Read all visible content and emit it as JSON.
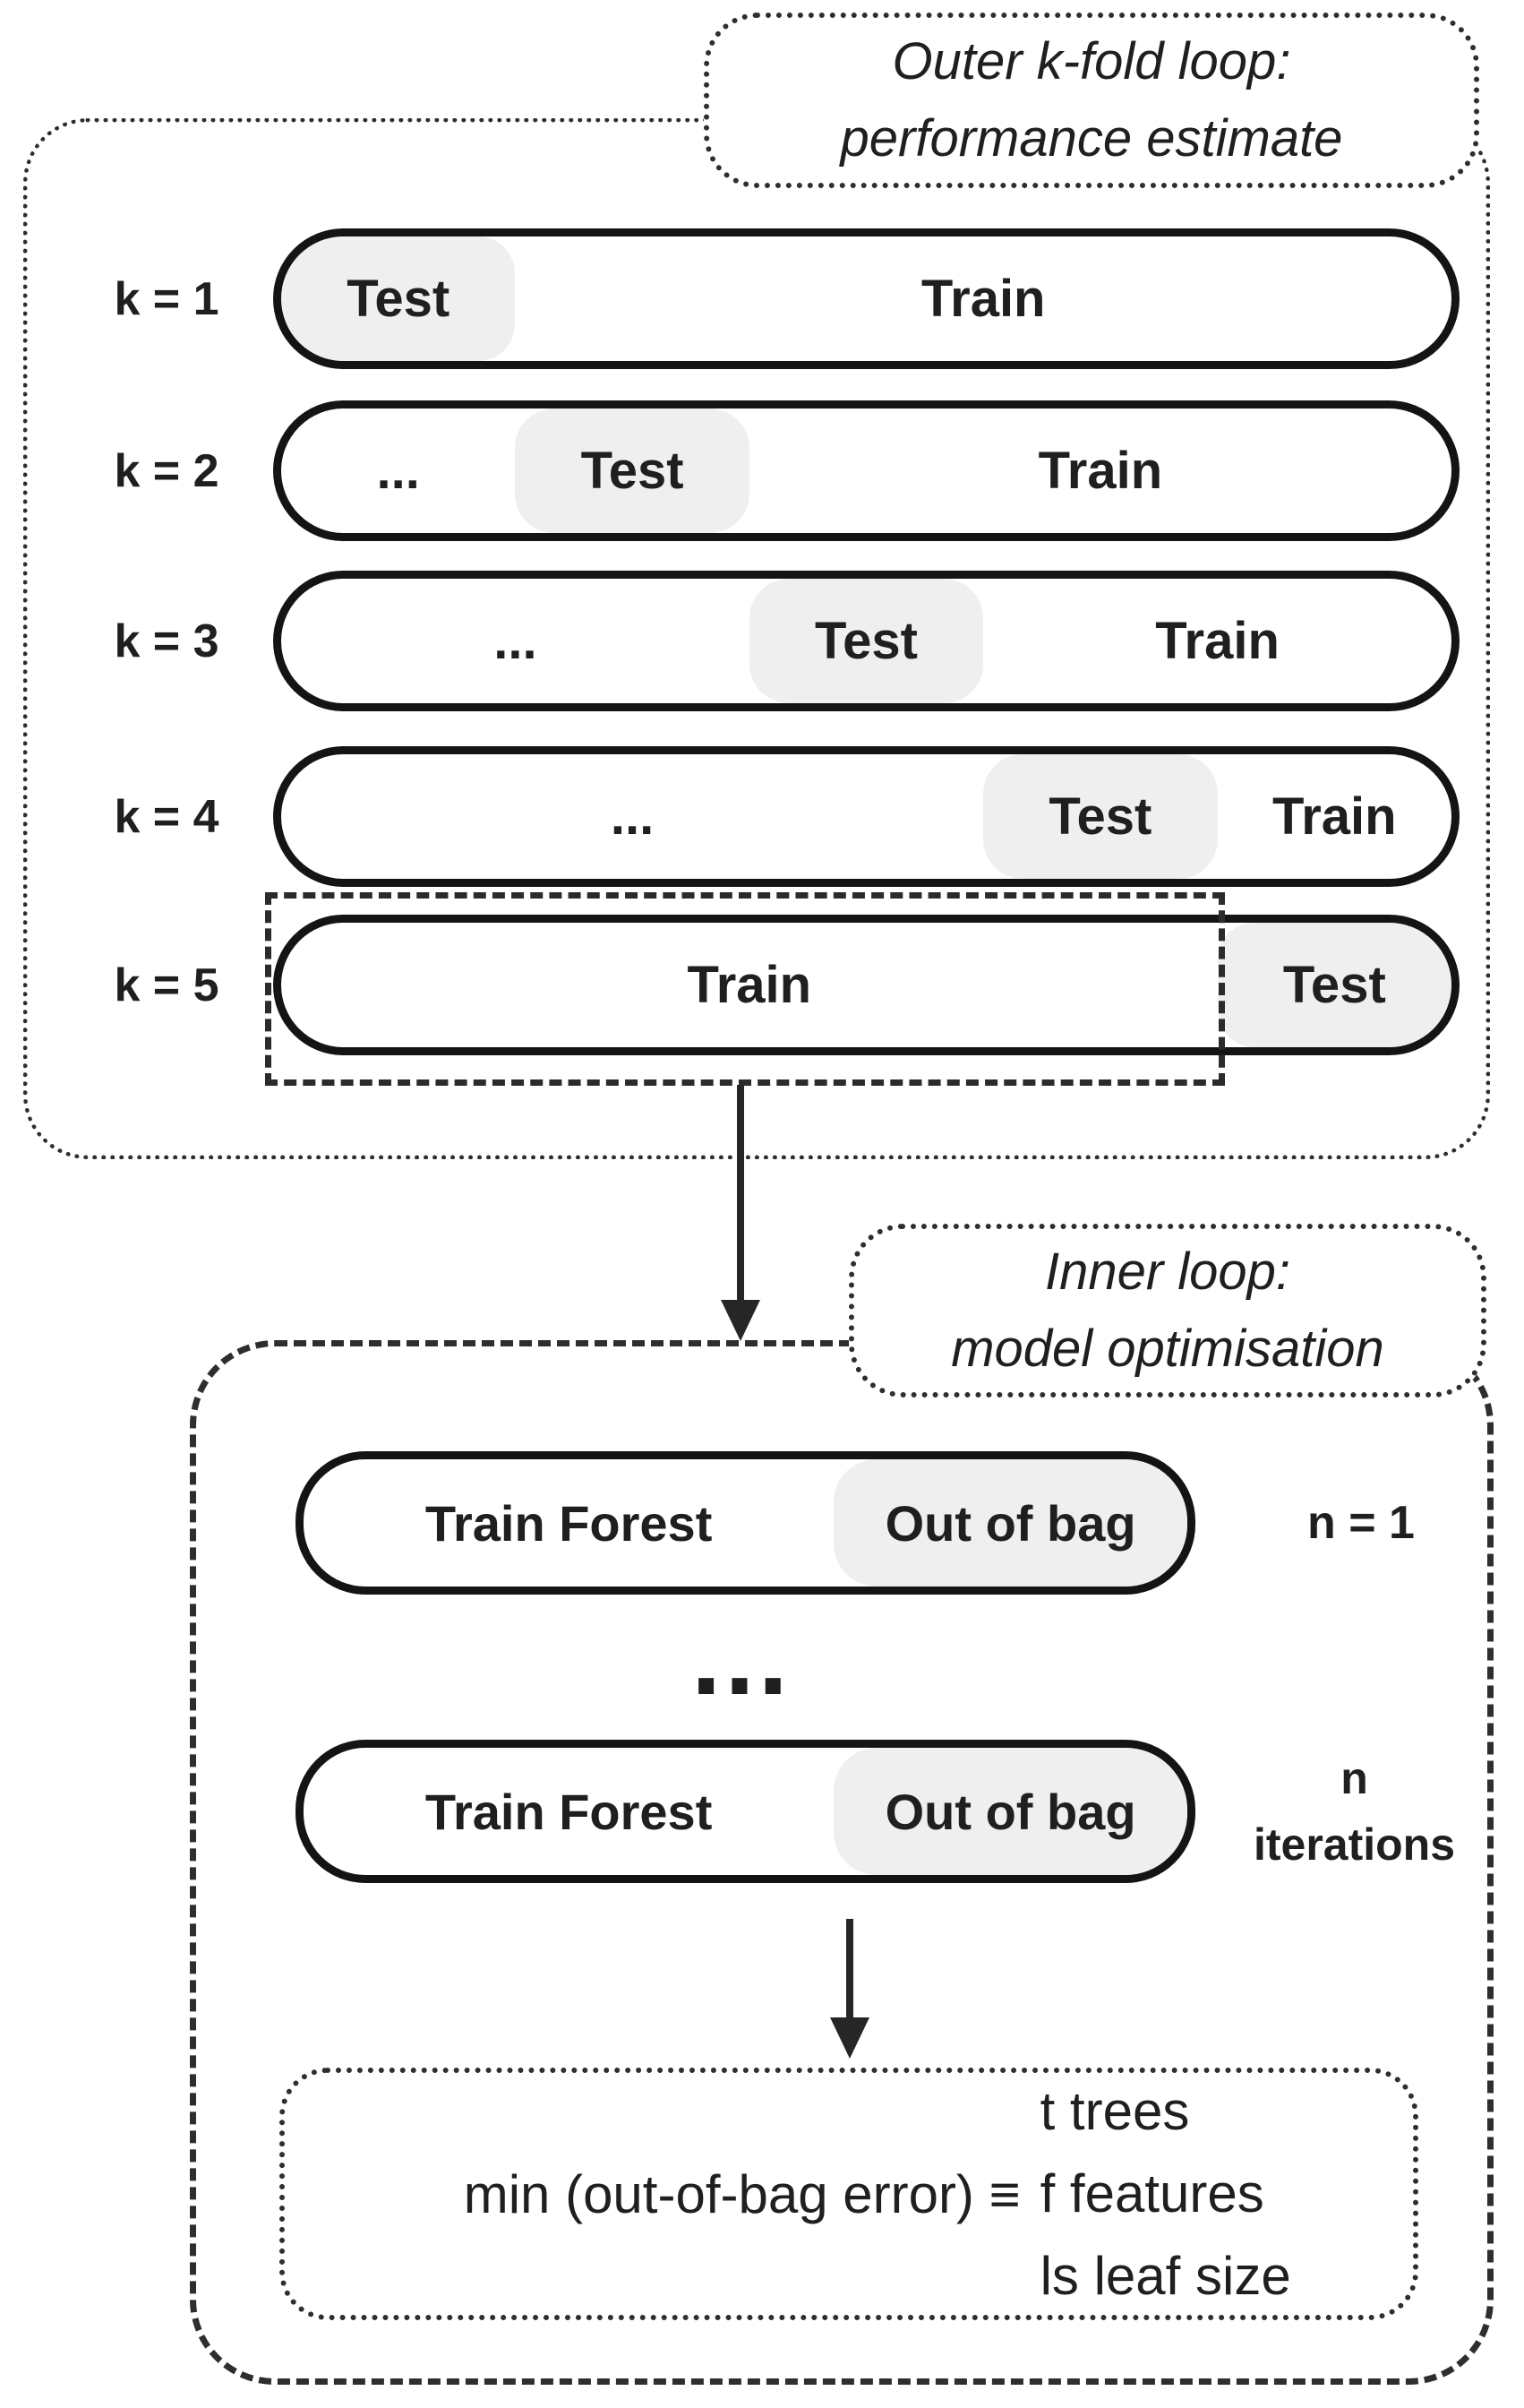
{
  "colors": {
    "ink": "#1f1f1f",
    "line": "#2e2e2e",
    "pill_border": "#141414",
    "grey_fill": "#efefef",
    "bg": "#ffffff"
  },
  "outer_loop": {
    "title_line1": "Outer k-fold loop:",
    "title_line2": "performance estimate",
    "rows": [
      {
        "label": "k = 1",
        "test": "Test",
        "train": "Train",
        "dots": ""
      },
      {
        "label": "k = 2",
        "test": "Test",
        "train": "Train",
        "dots": "..."
      },
      {
        "label": "k = 3",
        "test": "Test",
        "train": "Train",
        "dots": "..."
      },
      {
        "label": "k = 4",
        "test": "Test",
        "train": "Train",
        "dots": "..."
      },
      {
        "label": "k = 5",
        "test": "Test",
        "train": "Train",
        "dots": ""
      }
    ]
  },
  "inner_loop": {
    "title_line1": "Inner loop:",
    "title_line2": "model optimisation",
    "pill1": {
      "train": "Train Forest",
      "oob": "Out of bag",
      "annotation": "n = 1"
    },
    "ellipsis": "...",
    "pill2": {
      "train": "Train Forest",
      "oob": "Out of bag",
      "annotation_line1": "n",
      "annotation_line2": "iterations"
    },
    "objective": {
      "expression": "min (out-of-bag error) ≡",
      "params": [
        "t trees",
        "f features",
        "ls leaf size"
      ]
    }
  }
}
